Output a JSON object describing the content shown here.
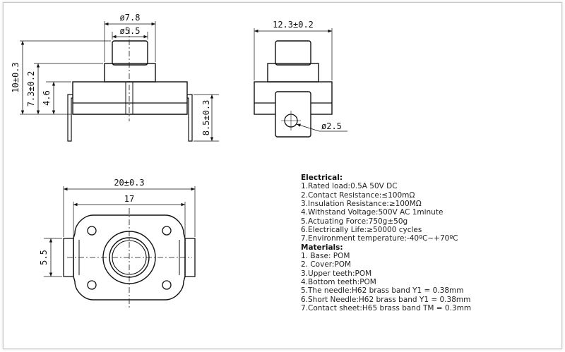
{
  "dimensions": {
    "cap_dia": "ø7.8",
    "inner_dia": "ø5.5",
    "height_total": "10±0.3",
    "height_body": "7.3±0.2",
    "height_base": "4.6",
    "pin_length": "8.5±0.3",
    "side_width": "12.3±0.2",
    "hole_dia": "ø2.5",
    "bottom_width": "20±0.3",
    "bottom_inner": "17",
    "bottom_tab": "5.5"
  },
  "specs": {
    "electrical_header": "Electrical:",
    "electrical": [
      "1.Rated load:0.5A 50V DC",
      "2.Contact Resistance:≤100mΩ",
      "3.Insulation Resistance:≥100MΩ",
      "4.Withstand Voltage:500V AC 1minute",
      "5.Actuating Force:750g±50g",
      "6.Electrically Life:≥50000 cycles",
      "7.Environment temperature:-40ºC~+70ºC"
    ],
    "materials_header": "Materials:",
    "materials": [
      "1. Base: POM",
      "2. Cover:POM",
      "3.Upper teeth:POM",
      "4.Bottom teeth:POM",
      "5.The needle:H62 brass band Y1 = 0.38mm",
      "6.Short Needle:H62 brass band Y1 = 0.38mm",
      "7.Contact sheet:H65 brass band TM = 0.3mm"
    ]
  }
}
